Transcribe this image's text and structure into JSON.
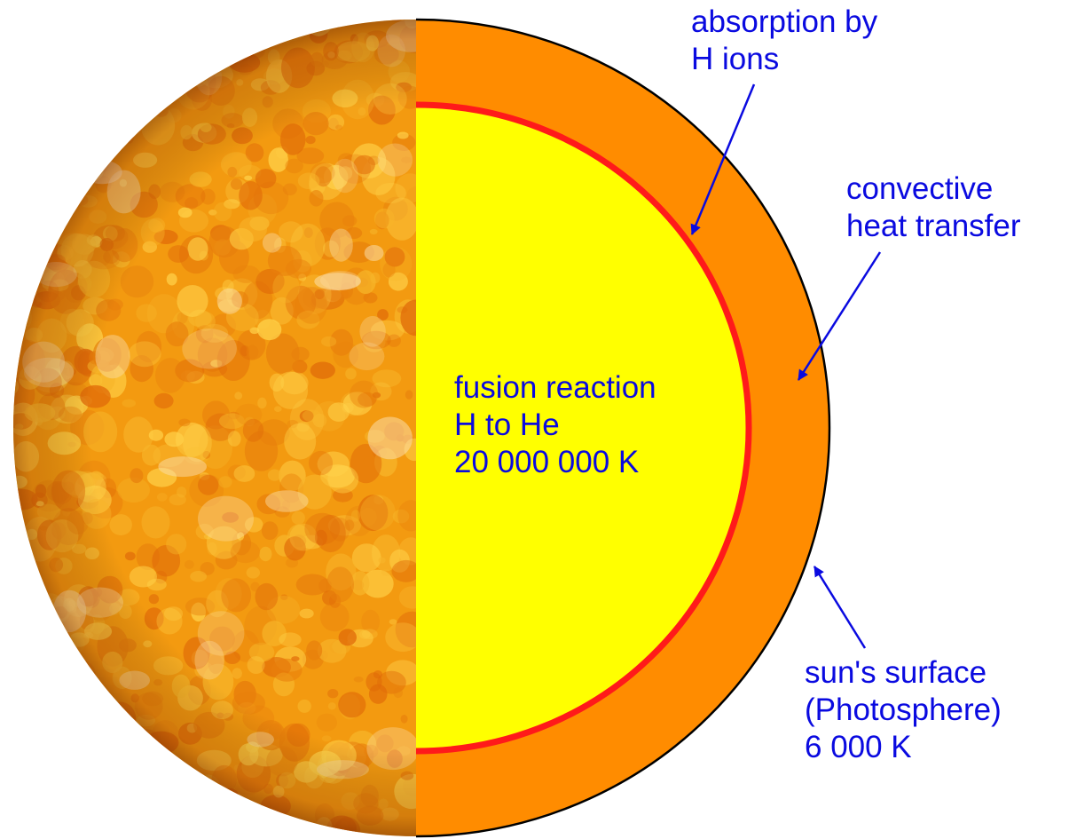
{
  "colors": {
    "label_text": "#0a0ae0",
    "arrow": "#0a0ae0",
    "core_fill": "#ffff00",
    "core_boundary": "#ff1a1a",
    "convective_zone_fill": "#ff8c00",
    "surface_outline": "#000000",
    "granulation_base": "#f39a10",
    "granulation_dark": "#e06a08",
    "granulation_light": "#ffd24a"
  },
  "labels": {
    "absorption": [
      "absorption by",
      "H ions"
    ],
    "convective": [
      "convective",
      "heat transfer"
    ],
    "core": [
      "fusion reaction",
      "H to He",
      "20 000 000 K"
    ],
    "surface": [
      "sun's surface",
      "(Photosphere)",
      "6 000 K"
    ]
  }
}
